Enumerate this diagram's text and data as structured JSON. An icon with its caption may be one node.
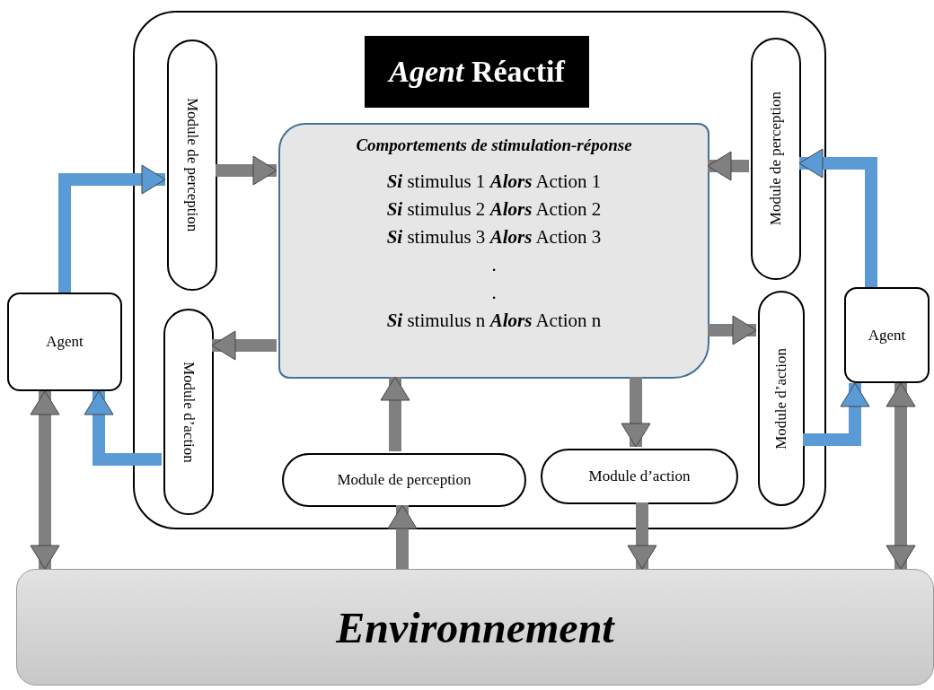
{
  "diagram": {
    "nodes": [
      {
        "text": [
          "*Agent* Réactif"
        ]
      },
      {
        "text": [
          "Module de perception"
        ],
        "in": 0
      },
      {
        "text": [
          "Comportements de stimulation-réponse",
          "**Si** stimulus 1 **Alors** Action 1",
          "**Si** stimulus 2 **Alors** Action 2",
          "**Si** stimulus 3 **Alors** Action 3",
          ".",
          ".",
          "**Si** stimulus n **Alors** Action n"
        ],
        "in": 0
      },
      {
        "text": [
          "Module de perception"
        ],
        "in": 0
      },
      {
        "text": [
          "Module d’action"
        ],
        "in": 0
      },
      {
        "text": [
          "Module d’action"
        ],
        "in": 0
      },
      {
        "text": [
          "Module de perception"
        ],
        "in": 0
      },
      {
        "text": [
          "Module d’action"
        ],
        "in": 0
      },
      {
        "text": [
          "Agent"
        ]
      },
      {
        "text": [
          "Agent"
        ]
      },
      {
        "text": [
          "Environnement"
        ]
      }
    ],
    "edges": [
      {
        "from": 1,
        "to": 2,
        "arrow": "to"
      },
      {
        "from": 3,
        "to": 2,
        "arrow": "to"
      },
      {
        "from": 2,
        "to": 4,
        "arrow": "to"
      },
      {
        "from": 2,
        "to": 5,
        "arrow": "to"
      },
      {
        "from": 6,
        "to": 2,
        "arrow": "to"
      },
      {
        "from": 2,
        "to": 7,
        "arrow": "to"
      },
      {
        "from": 10,
        "to": 6,
        "arrow": "to"
      },
      {
        "from": 7,
        "to": 10,
        "arrow": "to"
      },
      {
        "from": 8,
        "to": 10,
        "arrow": "both"
      },
      {
        "from": 9,
        "to": 10,
        "arrow": "both"
      },
      {
        "from": 8,
        "to": 1,
        "arrow": "to",
        "color": "#5b9bd5"
      },
      {
        "from": 4,
        "to": 8,
        "arrow": "to",
        "color": "#5b9bd5"
      },
      {
        "from": 9,
        "to": 3,
        "arrow": "to",
        "color": "#5b9bd5"
      },
      {
        "from": 5,
        "to": 9,
        "arrow": "to",
        "color": "#5b9bd5"
      }
    ]
  }
}
